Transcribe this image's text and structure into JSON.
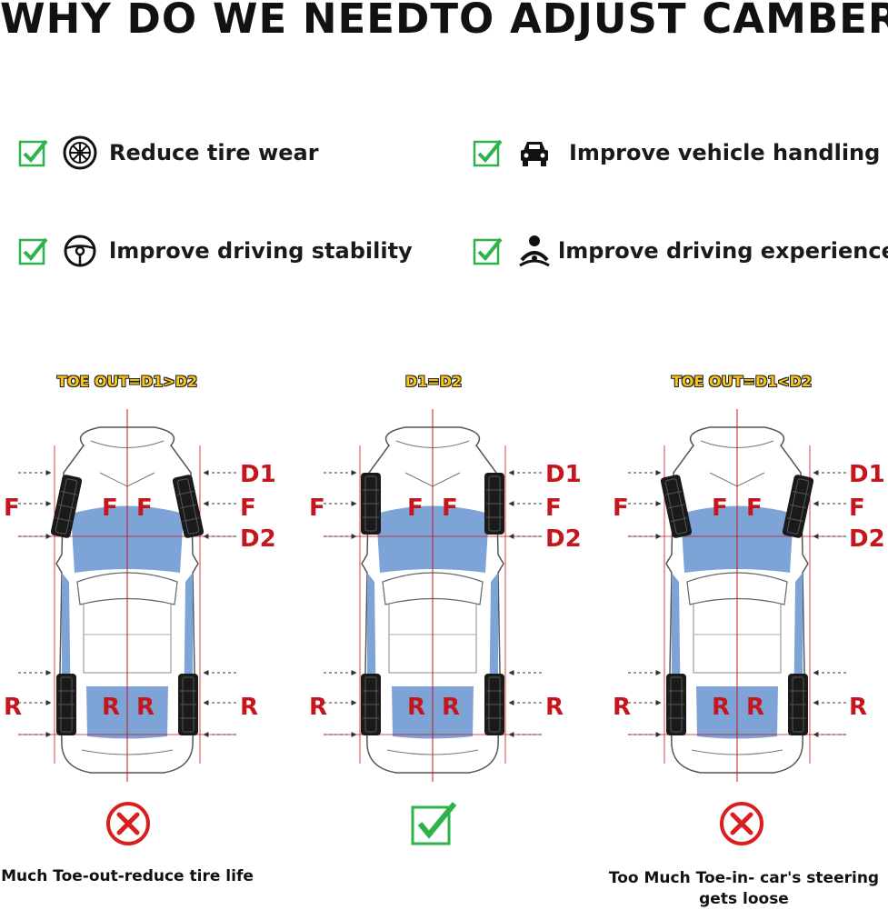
{
  "title": "WHY DO WE NEEDTO ADJUST CAMBER?",
  "benefits": [
    {
      "icon": "tire-icon",
      "label": "Reduce tire wear"
    },
    {
      "icon": "car-front-icon",
      "label": "Improve vehicle handling"
    },
    {
      "icon": "steering-wheel-icon",
      "label": "lmprove driving stability"
    },
    {
      "icon": "driver-icon",
      "label": "lmprove driving experience"
    }
  ],
  "cases": [
    {
      "title": "TOE OUT=D1>D2",
      "verdict": "cross",
      "caption": "Much Toe-out-reduce tire life",
      "caption2": ""
    },
    {
      "title": "D1=D2",
      "verdict": "check",
      "caption": "",
      "caption2": ""
    },
    {
      "title": "TOE OUT=D1<D2",
      "verdict": "cross",
      "caption": "Too Much Toe-in- car's steering",
      "caption2": "gets loose"
    }
  ],
  "labels": {
    "d1": "D1",
    "d2": "D2",
    "front": "F",
    "rear": "R"
  },
  "colors": {
    "check": "#2db34a",
    "cross": "#d9201f",
    "label": "#c4161c",
    "body": "#7ea3d6",
    "title_yellow": "#f7c417"
  }
}
